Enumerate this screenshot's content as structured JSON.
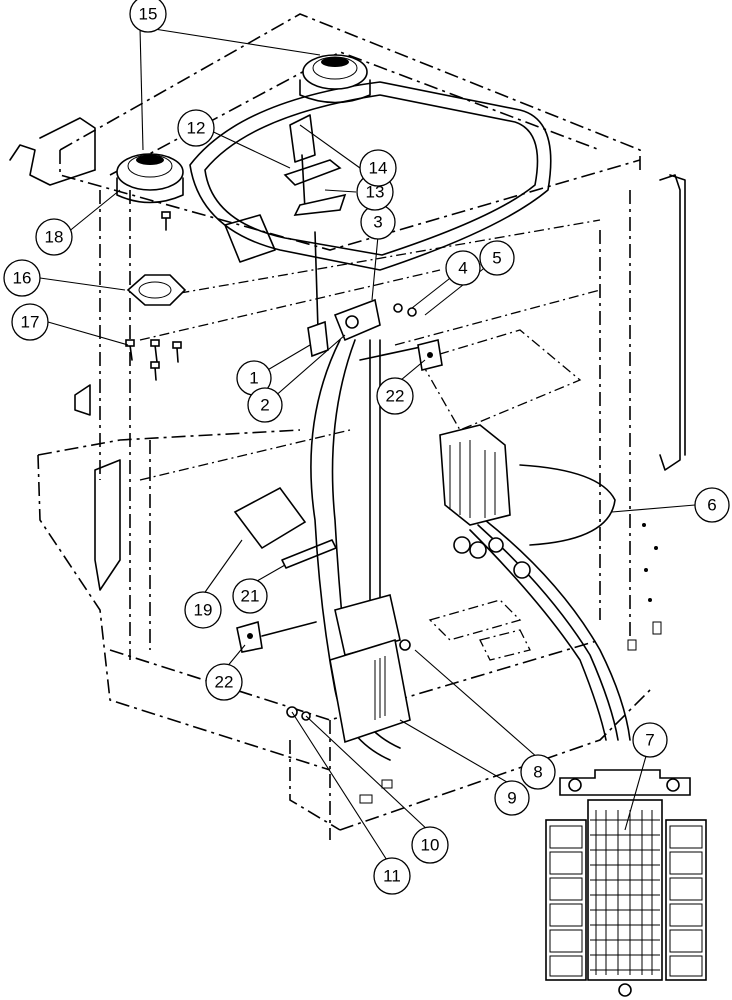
{
  "callouts": [
    {
      "id": "c1",
      "label": "1"
    },
    {
      "id": "c2",
      "label": "2"
    },
    {
      "id": "c3",
      "label": "3"
    },
    {
      "id": "c4",
      "label": "4"
    },
    {
      "id": "c5",
      "label": "5"
    },
    {
      "id": "c6",
      "label": "6"
    },
    {
      "id": "c7",
      "label": "7"
    },
    {
      "id": "c8",
      "label": "8"
    },
    {
      "id": "c9",
      "label": "9"
    },
    {
      "id": "c10",
      "label": "10"
    },
    {
      "id": "c11",
      "label": "11"
    },
    {
      "id": "c12",
      "label": "12"
    },
    {
      "id": "c13",
      "label": "13"
    },
    {
      "id": "c14",
      "label": "14"
    },
    {
      "id": "c15",
      "label": "15"
    },
    {
      "id": "c16",
      "label": "16"
    },
    {
      "id": "c17",
      "label": "17"
    },
    {
      "id": "c18",
      "label": "18"
    },
    {
      "id": "c19",
      "label": "19"
    },
    {
      "id": "c21",
      "label": "21"
    },
    {
      "id": "c22a",
      "label": "22"
    },
    {
      "id": "c22b",
      "label": "22"
    }
  ]
}
